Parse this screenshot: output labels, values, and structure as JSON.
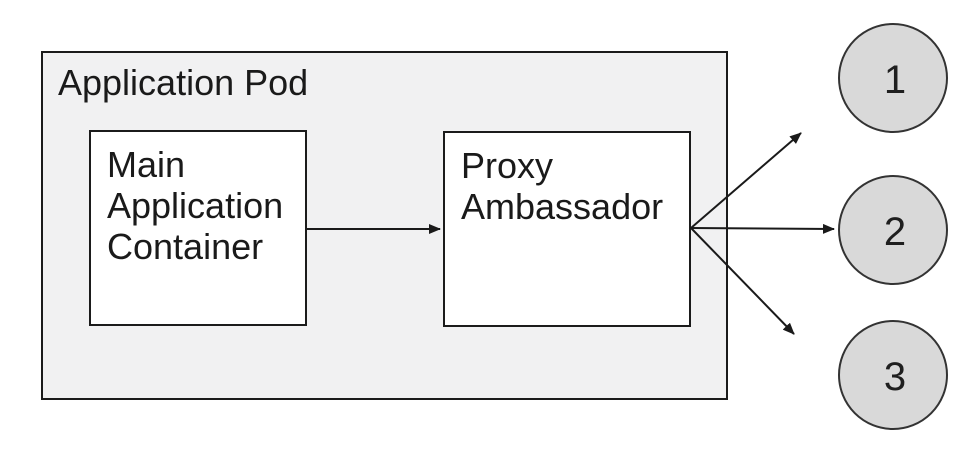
{
  "pod": {
    "label": "Application Pod"
  },
  "nodes": [
    {
      "id": "main-application-container",
      "label": "Main Application Container"
    },
    {
      "id": "proxy-ambassador",
      "label": "Proxy Ambassador"
    }
  ],
  "endpoints": [
    {
      "label": "1"
    },
    {
      "label": "2"
    },
    {
      "label": "3"
    }
  ],
  "connections": [
    {
      "from": "main-application-container",
      "to": "proxy-ambassador"
    },
    {
      "from": "proxy-ambassador",
      "to": "1"
    },
    {
      "from": "proxy-ambassador",
      "to": "2"
    },
    {
      "from": "proxy-ambassador",
      "to": "3"
    }
  ],
  "colors": {
    "pod_fill": "#f1f1f2",
    "node_fill": "#ffffff",
    "endpoint_fill": "#d9d9d9",
    "stroke": "#1b1b1b",
    "arrow": "#1a1a1a",
    "text": "#1a1a1a"
  }
}
